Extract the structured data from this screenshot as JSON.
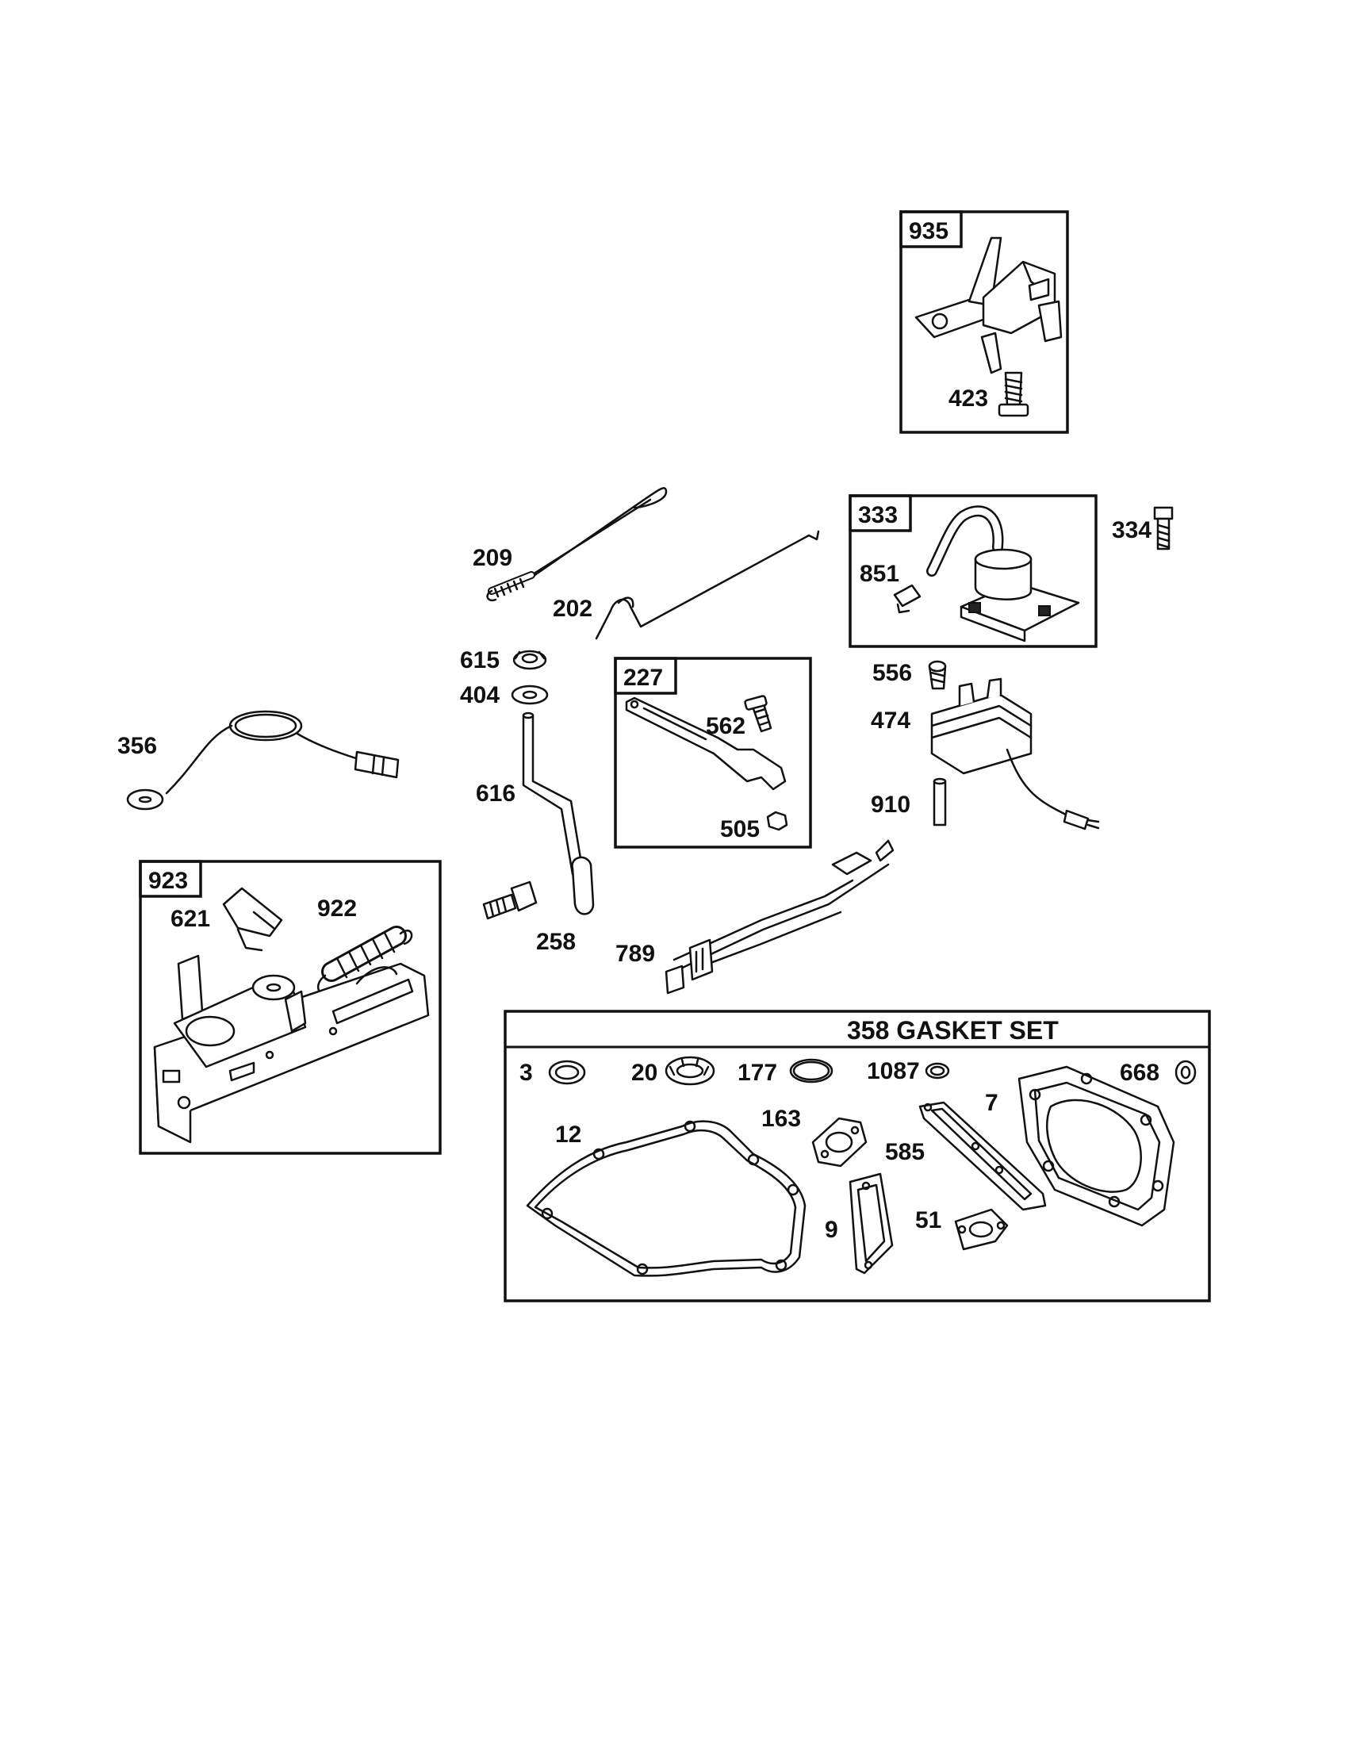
{
  "parts": {
    "p935": "935",
    "p423": "423",
    "p333": "333",
    "p334": "334",
    "p851": "851",
    "p209": "209",
    "p202": "202",
    "p615": "615",
    "p404": "404",
    "p616": "616",
    "p258": "258",
    "p227": "227",
    "p562": "562",
    "p505": "505",
    "p556": "556",
    "p474": "474",
    "p910": "910",
    "p789": "789",
    "p356": "356",
    "p923": "923",
    "p621": "621",
    "p922": "922"
  },
  "gasket_set": {
    "title": "358 GASKET SET",
    "p3": "3",
    "p20": "20",
    "p177": "177",
    "p1087": "1087",
    "p668": "668",
    "p12": "12",
    "p163": "163",
    "p7": "7",
    "p585": "585",
    "p9": "9",
    "p51": "51"
  }
}
